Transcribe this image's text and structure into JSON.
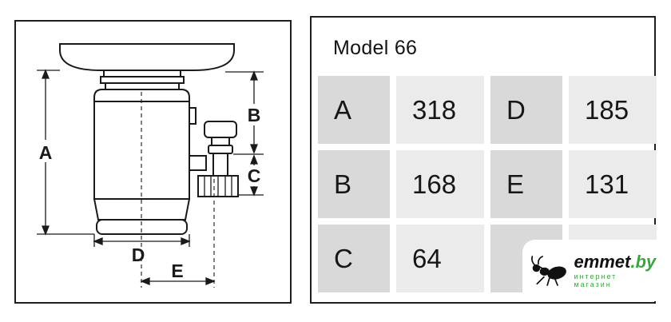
{
  "diagram": {
    "labels": {
      "a": "A",
      "b": "B",
      "c": "C",
      "d": "D",
      "e": "E"
    }
  },
  "spec_table": {
    "title": "Model 66",
    "cells": [
      {
        "label": "A",
        "value": "318"
      },
      {
        "label": "D",
        "value": "185"
      },
      {
        "label": "B",
        "value": "168"
      },
      {
        "label": "E",
        "value": "131"
      },
      {
        "label": "C",
        "value": "64"
      }
    ]
  },
  "watermark": {
    "brand": "emmet",
    "brand_suffix": ".by",
    "tagline": "интернет магазин"
  },
  "colors": {
    "panel_border": "#1f1f1f",
    "label_cell_bg": "#d9d9d9",
    "value_cell_bg": "#ebebeb",
    "brand_green": "#3aa63f",
    "ink": "#161616"
  }
}
